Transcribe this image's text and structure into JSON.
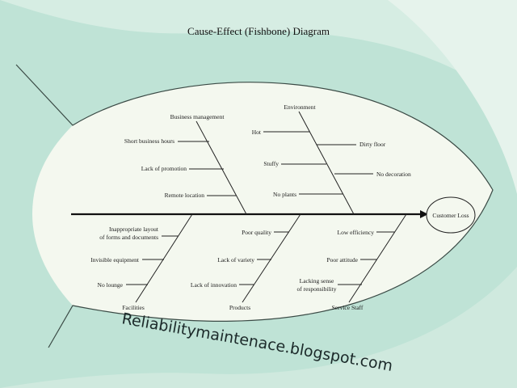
{
  "title": "Cause-Effect (Fishbone) Diagram",
  "effect": "Customer Loss",
  "watermark": "Reliabilitymaintenace.blogspot.com",
  "colors": {
    "bg_outer": "#bfe3d6",
    "bg_band": "#dcefe7",
    "fish_body": "#f4f8ef",
    "line": "#222222"
  },
  "categories": {
    "business_management": {
      "name": "Business management",
      "causes": [
        "Short business hours",
        "Lack of promotion",
        "Remote location"
      ]
    },
    "environment": {
      "name": "Environment",
      "causes": [
        "Hot",
        "Dirty floor",
        "Stuffy",
        "No decoration",
        "No plants"
      ]
    },
    "facilities": {
      "name": "Facilities",
      "causes": [
        "Inappropriate layout",
        "of forms and documents",
        "Invisible equipment",
        "No lounge"
      ]
    },
    "products": {
      "name": "Products",
      "causes": [
        "Poor quality",
        "Lack of variety",
        "Lack of innovation"
      ]
    },
    "service_staff": {
      "name": "Service Staff",
      "causes": [
        "Low efficiency",
        "Poor attitude",
        "Lacking sense",
        "of responsibility"
      ]
    }
  }
}
